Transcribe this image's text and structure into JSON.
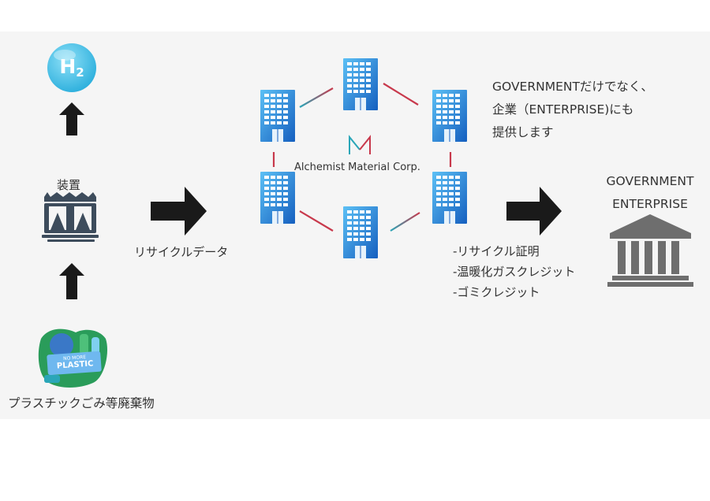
{
  "h2_badge": {
    "letter": "H",
    "subscript": "2"
  },
  "device": {
    "label": "装置"
  },
  "plastic": {
    "badge_top": "NO MORE",
    "badge_main": "PLASTIC",
    "label": "プラスチックごみ等廃棄物"
  },
  "flow": {
    "data_label": "リサイクルデータ"
  },
  "network": {
    "company": "Alchemist Material Corp."
  },
  "note": {
    "line1": "GOVERNMENTだけでなく、",
    "line2": "企業（ENTERPRISE)にも",
    "line3": "提供します"
  },
  "credits": [
    "-リサイクル証明",
    "-温暖化ガスクレジット",
    "-ゴミクレジット"
  ],
  "recipients": {
    "line1": "GOVERNMENT",
    "line2": "ENTERPRISE"
  },
  "colors": {
    "building_top": "#4fb3f0",
    "building_bottom": "#1565c0",
    "link_red": "#c8394c",
    "link_teal": "#2aa6b8",
    "arrow": "#1a1a1a",
    "institution": "#6e6e6e"
  }
}
